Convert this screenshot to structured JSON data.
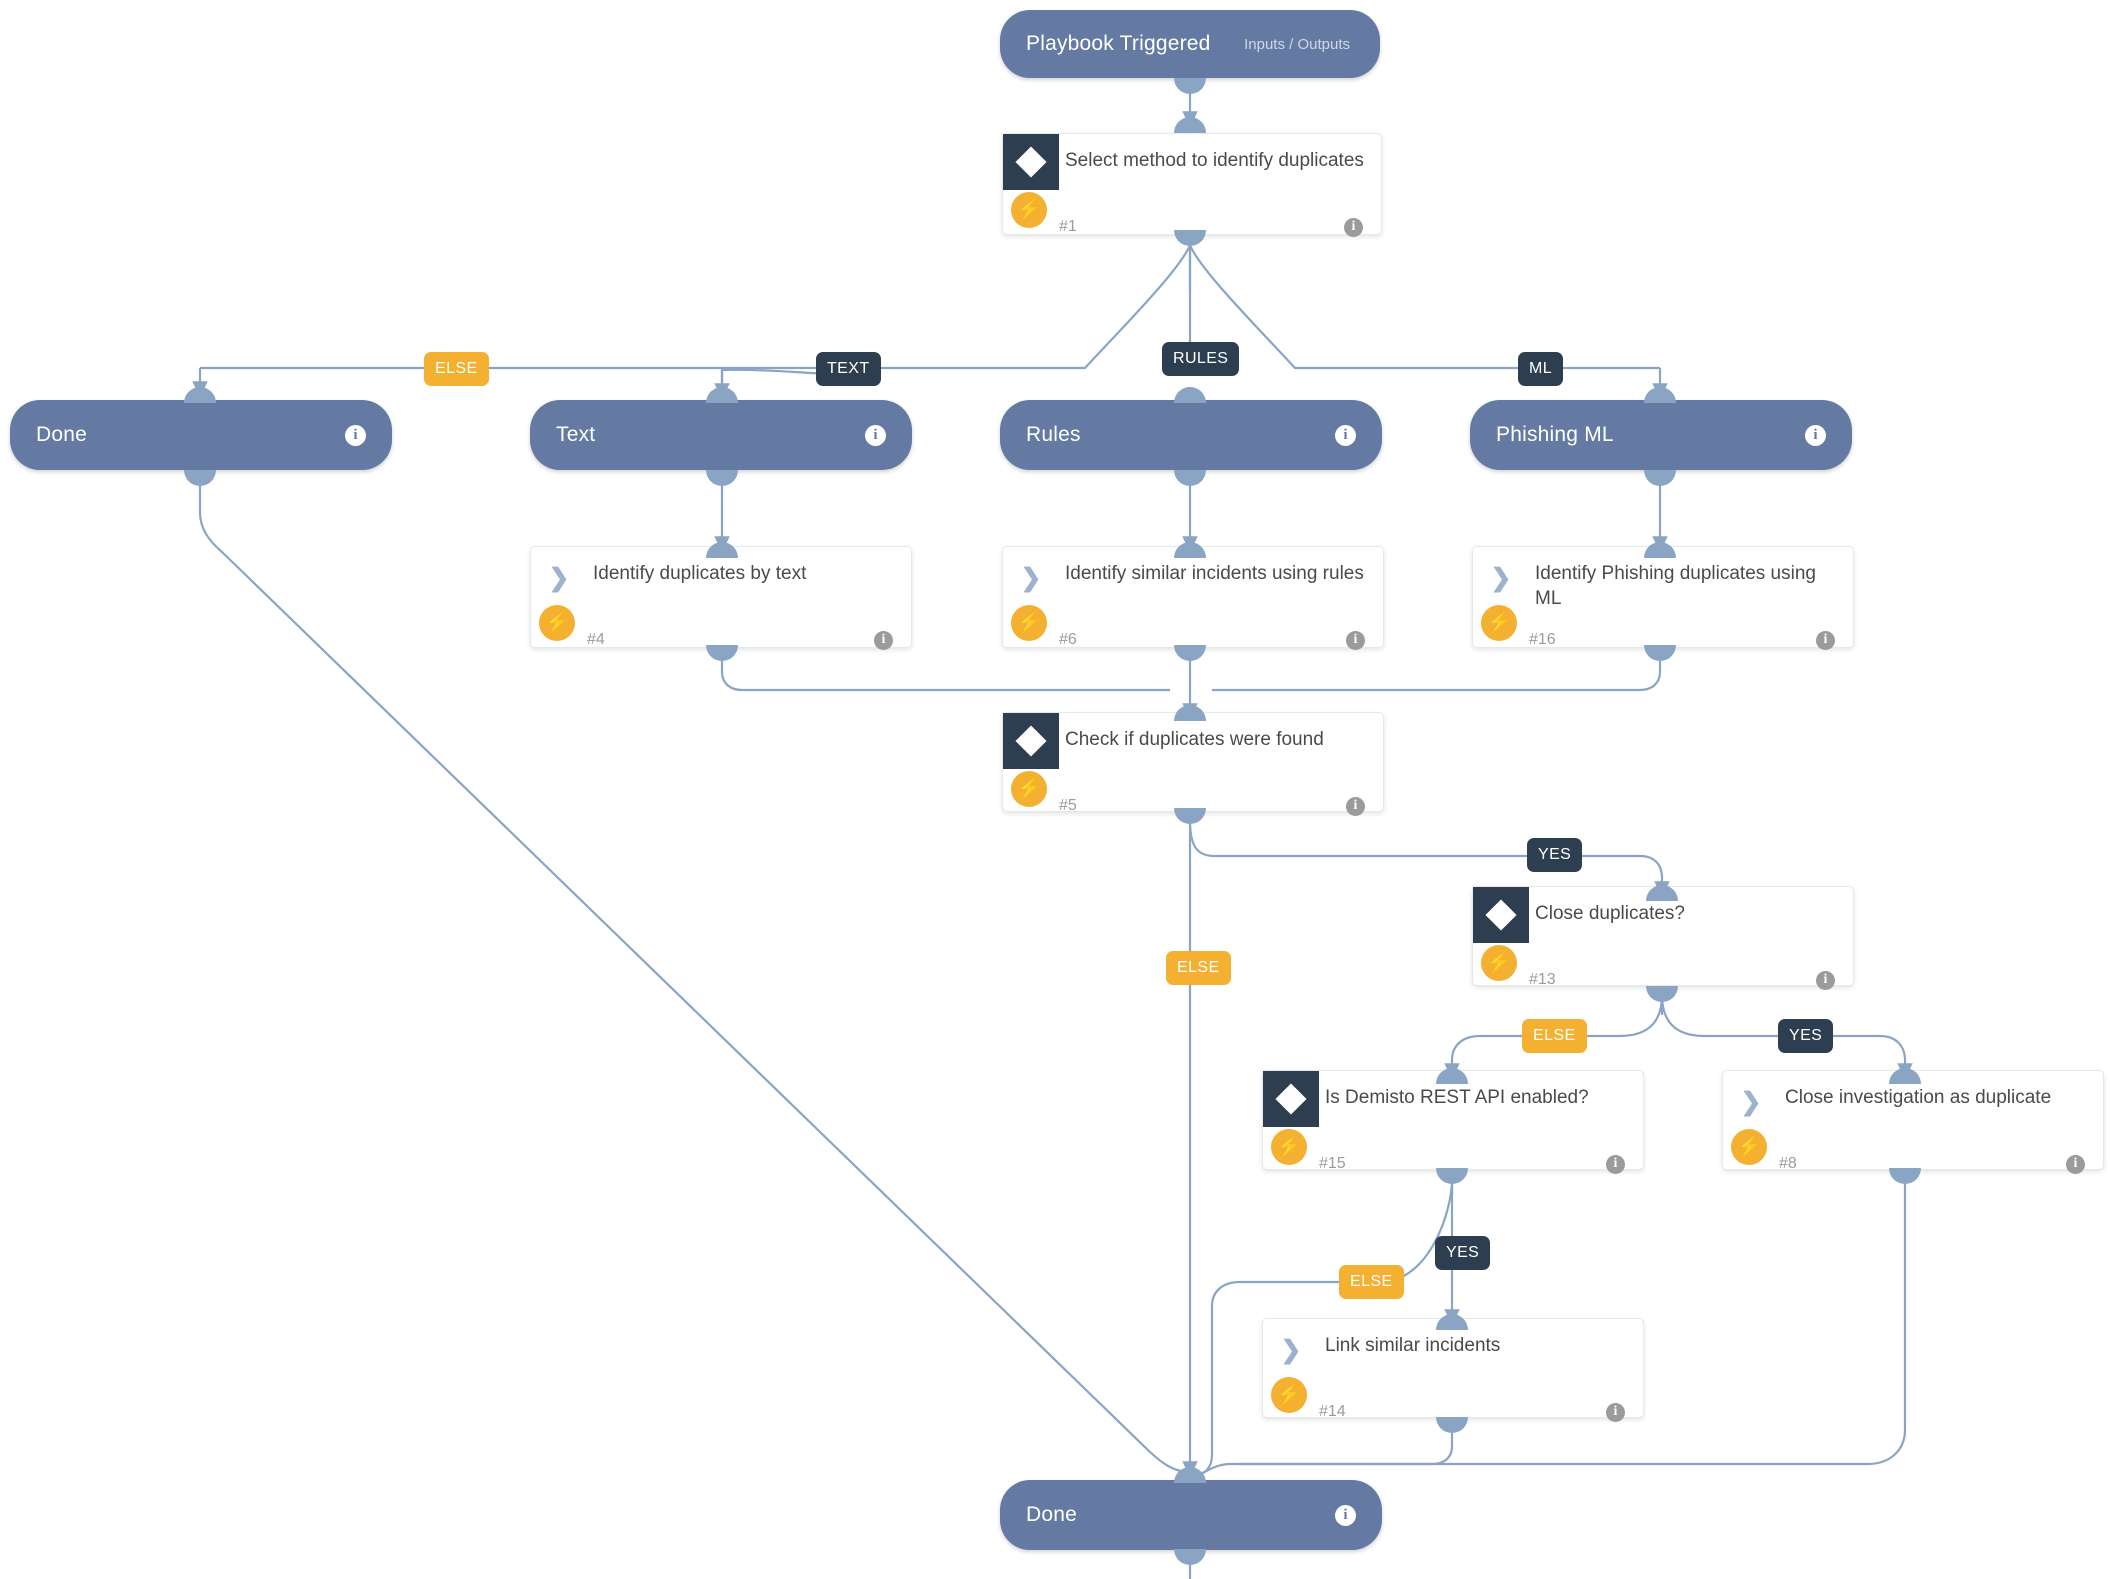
{
  "diagram": {
    "type": "playbook-workflow",
    "title": "Dedup - Generic playbook graph",
    "colors": {
      "pill_bg": "#647aa3",
      "card_bg": "#ffffff",
      "icon_dark": "#2d3e50",
      "accent_amber": "#f4b030",
      "edge": "#8aa5c4",
      "connector_dot": "#8aa5c4",
      "text_dark": "#4a4a4a",
      "text_muted": "#9b9b9b"
    },
    "icons": {
      "info": "i",
      "bolt": "⚡",
      "chevron": "❯",
      "diamond": "◆"
    }
  },
  "nodes": {
    "start": {
      "id": "start",
      "label": "Playbook Triggered",
      "sub": "Inputs / Outputs",
      "kind": "pill",
      "info": "i"
    },
    "select_method": {
      "id": "1",
      "title": "Select method to identify duplicates",
      "number": "#1",
      "kind": "condition",
      "icon": "diamond-icon",
      "badge": "bolt-icon",
      "info": "i"
    },
    "done_left": {
      "id": "done-left",
      "label": "Done",
      "kind": "pill",
      "info": "i"
    },
    "text_section": {
      "id": "text-section",
      "label": "Text",
      "kind": "pill",
      "info": "i"
    },
    "rules_section": {
      "id": "rules-section",
      "label": "Rules",
      "kind": "pill",
      "info": "i"
    },
    "ml_section": {
      "id": "ml-section",
      "label": "Phishing ML",
      "kind": "pill",
      "info": "i"
    },
    "identify_text": {
      "id": "4",
      "title": "Identify duplicates by text",
      "number": "#4",
      "kind": "task",
      "icon": "chevron-icon",
      "badge": "bolt-icon",
      "info": "i"
    },
    "identify_rules": {
      "id": "6",
      "title": "Identify similar incidents using rules",
      "number": "#6",
      "kind": "task",
      "icon": "chevron-icon",
      "badge": "bolt-icon",
      "info": "i"
    },
    "identify_ml": {
      "id": "16",
      "title": "Identify Phishing duplicates using ML",
      "number": "#16",
      "kind": "task",
      "icon": "chevron-icon",
      "badge": "bolt-icon",
      "info": "i"
    },
    "check_dupes": {
      "id": "5",
      "title": "Check if duplicates were found",
      "number": "#5",
      "kind": "condition",
      "icon": "diamond-icon",
      "badge": "bolt-icon",
      "info": "i"
    },
    "close_dupes": {
      "id": "13",
      "title": "Close duplicates?",
      "number": "#13",
      "kind": "condition",
      "icon": "diamond-icon",
      "badge": "bolt-icon",
      "info": "i"
    },
    "rest_api": {
      "id": "15",
      "title": "Is Demisto REST API enabled?",
      "number": "#15",
      "kind": "condition",
      "icon": "diamond-icon",
      "badge": "bolt-icon",
      "info": "i"
    },
    "close_investigation": {
      "id": "8",
      "title": "Close investigation as duplicate",
      "number": "#8",
      "kind": "task",
      "icon": "chevron-icon",
      "badge": "bolt-icon",
      "info": "i"
    },
    "link_incidents": {
      "id": "14",
      "title": "Link similar incidents",
      "number": "#14",
      "kind": "task",
      "icon": "chevron-icon",
      "badge": "bolt-icon",
      "info": "i"
    },
    "done_bottom": {
      "id": "done-bottom",
      "label": "Done",
      "kind": "pill",
      "info": "i"
    }
  },
  "branch_labels": {
    "else_left": "ELSE",
    "text": "TEXT",
    "rules": "RULES",
    "ml": "ML",
    "yes_check": "YES",
    "else_check": "ELSE",
    "else_close": "ELSE",
    "yes_close": "YES",
    "yes_rest": "YES",
    "else_rest": "ELSE"
  }
}
